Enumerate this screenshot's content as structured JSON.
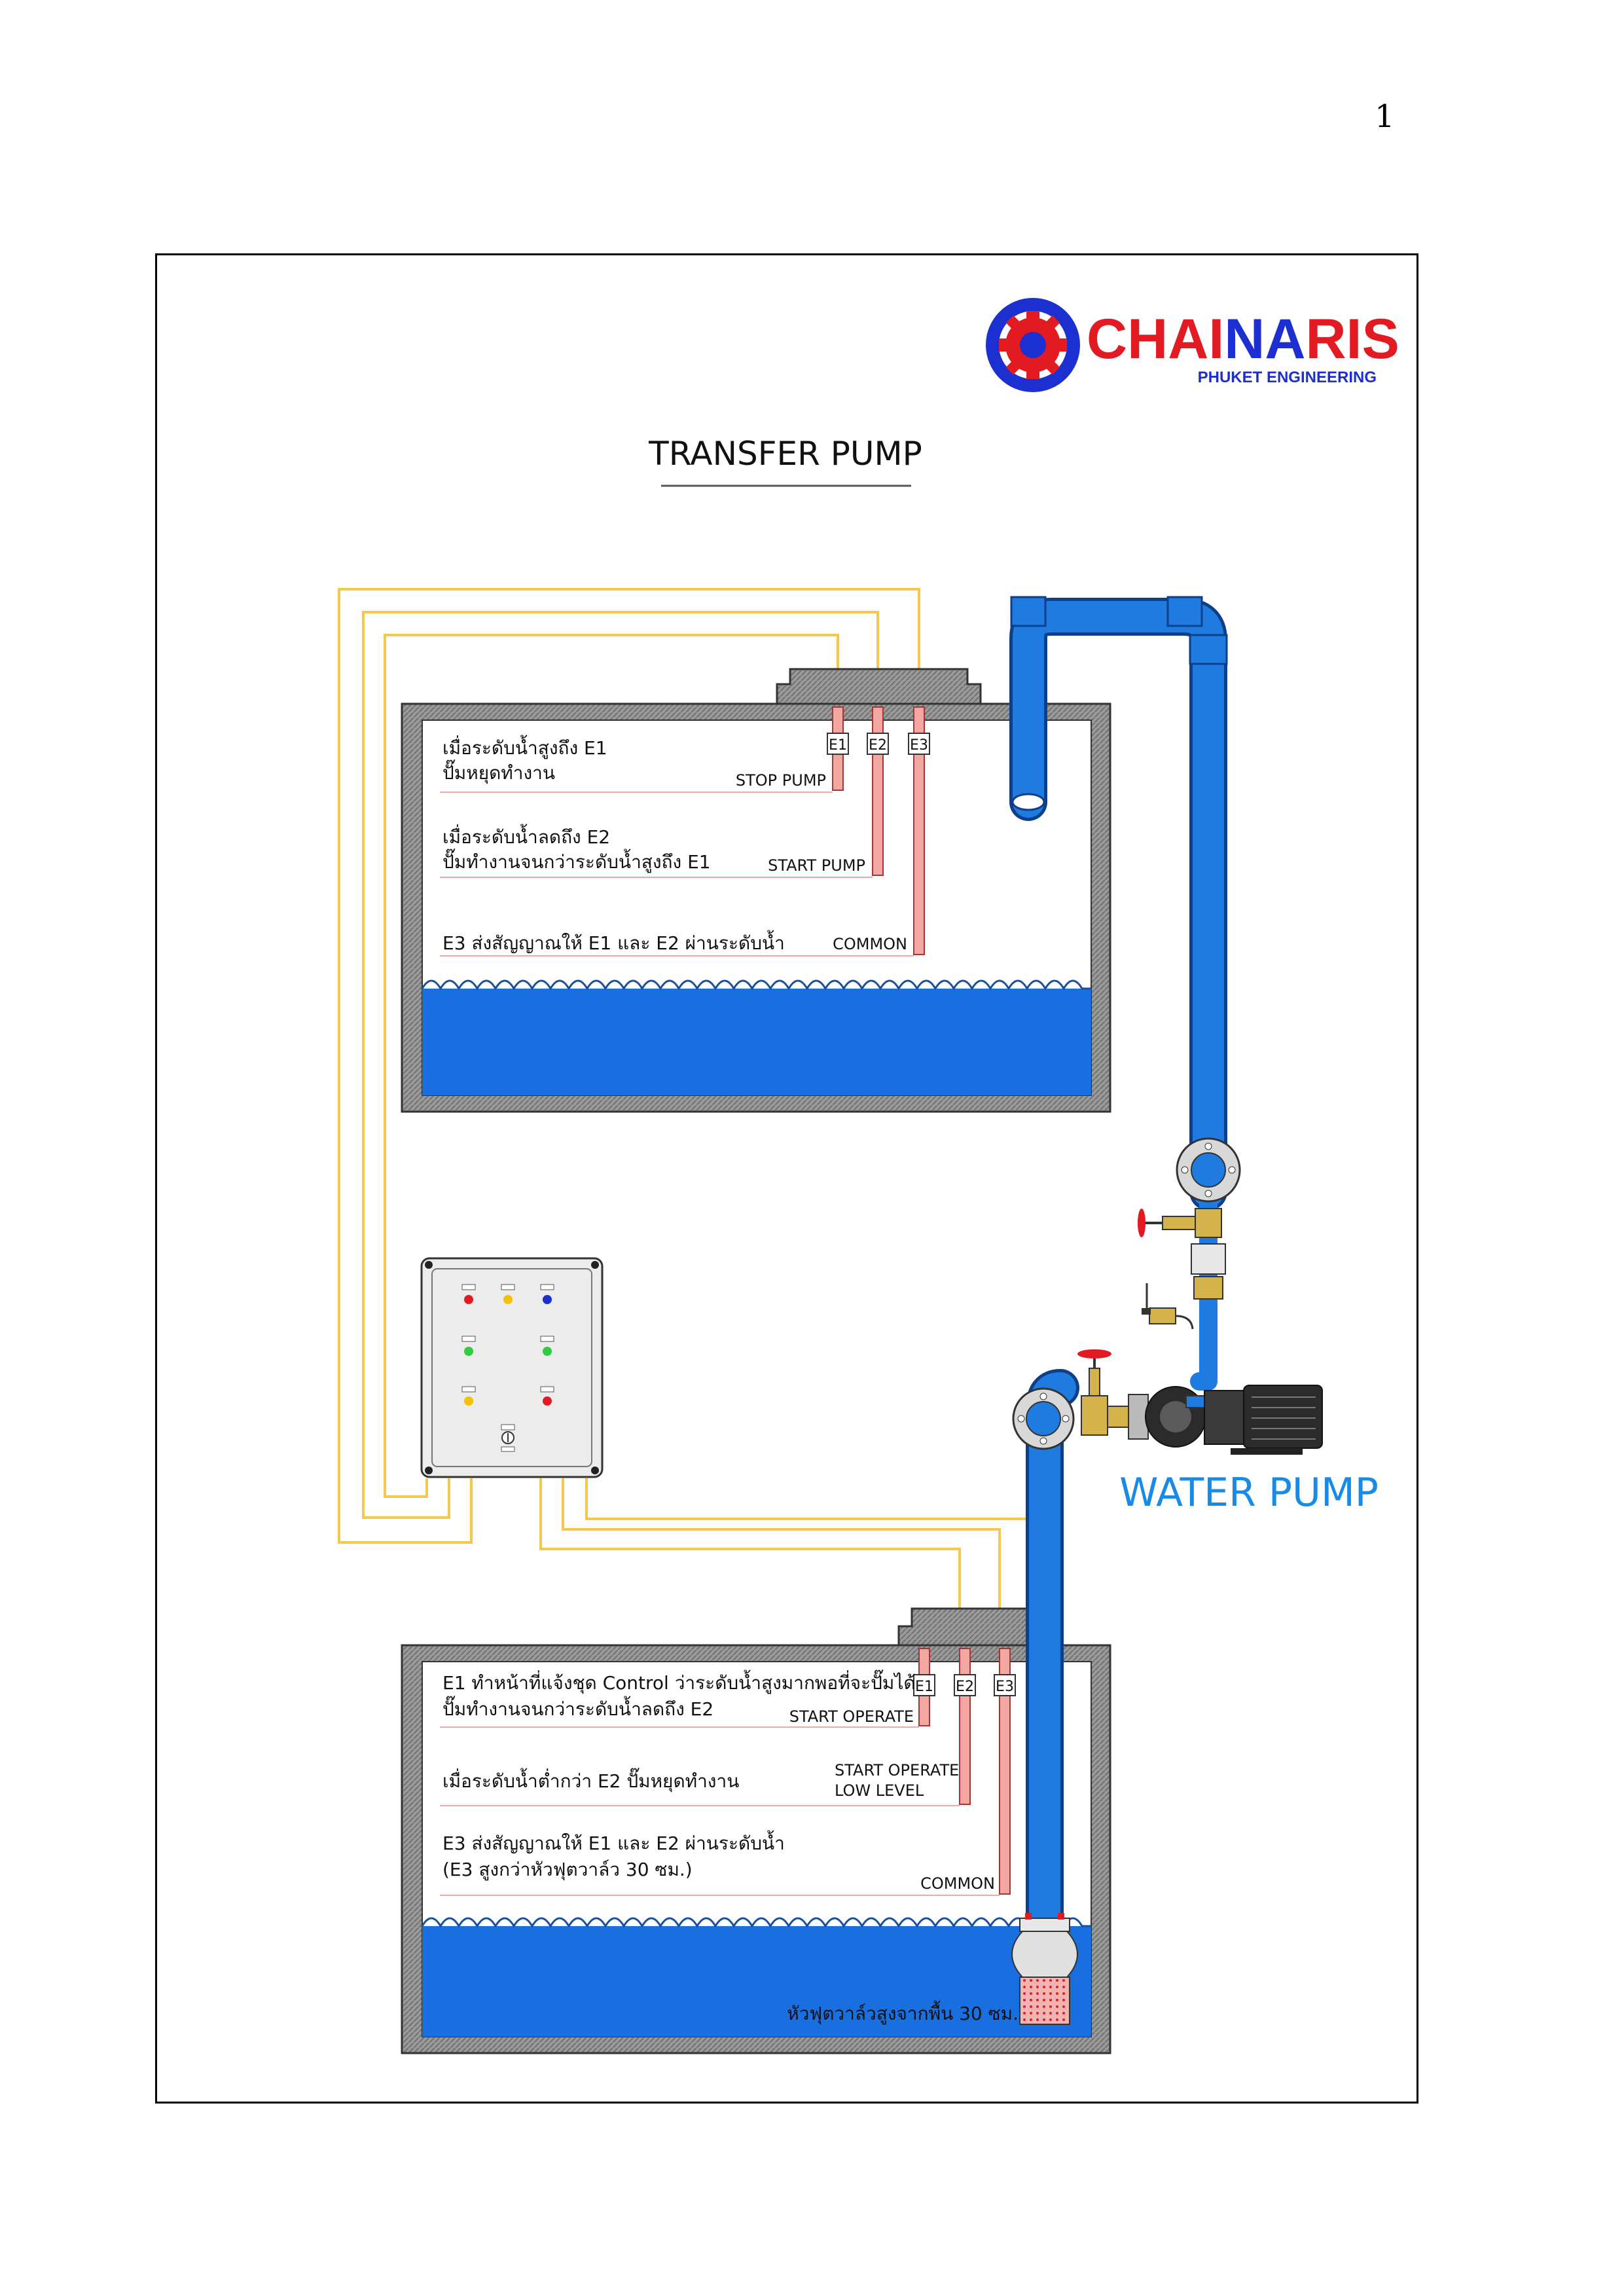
{
  "page_number": "1",
  "logo": {
    "brand_part1": "CHAI",
    "brand_part2": "NA",
    "brand_part3": "RIS",
    "subtitle": "PHUKET ENGINEERING"
  },
  "title": "TRANSFER PUMP",
  "electrode_tags": [
    "E1",
    "E2",
    "E3"
  ],
  "upper_tank": {
    "stop_text_line1": "เมื่อระดับน้ำสูงถึง E1",
    "stop_text_line2": "ปั๊มหยุดทำงาน",
    "stop_label": "STOP PUMP",
    "start_text_line1": "เมื่อระดับน้ำลดถึง E2",
    "start_text_line2": "ปั๊มทำงานจนกว่าระดับน้ำสูงถึง E1",
    "start_label": "START PUMP",
    "common_text": "E3 ส่งสัญญาณให้ E1 และ E2 ผ่านระดับน้ำ",
    "common_label": "COMMON"
  },
  "lower_tank": {
    "e1_text_line1": "E1 ทำหน้าที่แจ้งชุด Control ว่าระดับน้ำสูงมากพอที่จะปั๊มได้",
    "e1_text_line2": "ปั๊มทำงานจนกว่าระดับน้ำลดถึง E2",
    "e1_label": "START OPERATE",
    "e2_text": "เมื่อระดับน้ำต่ำกว่า E2 ปั๊มหยุดทำงาน",
    "e2_label_line1": "START OPERATE",
    "e2_label_line2": "LOW LEVEL",
    "e3_text_line1": "E3 ส่งสัญญาณให้ E1 และ E2 ผ่านระดับน้ำ",
    "e3_text_line2": "(E3 สูงกว่าหัวฟุตวาล์ว 30 ซม.)",
    "e3_label": "COMMON",
    "foot_valve_text": "หัวฟุตวาล์วสูงจากพื้น 30 ซม."
  },
  "pump_label": "WATER PUMP",
  "colors": {
    "pipe": "#1f7be0",
    "water": "#1a6fe0",
    "wire": "#f2c94c",
    "electrode": "#f1a8a0",
    "tank_wall": "#8c8c8c",
    "brand_red": "#e21b22",
    "brand_blue": "#1c2fd0",
    "pump_label": "#1a8ae8"
  }
}
